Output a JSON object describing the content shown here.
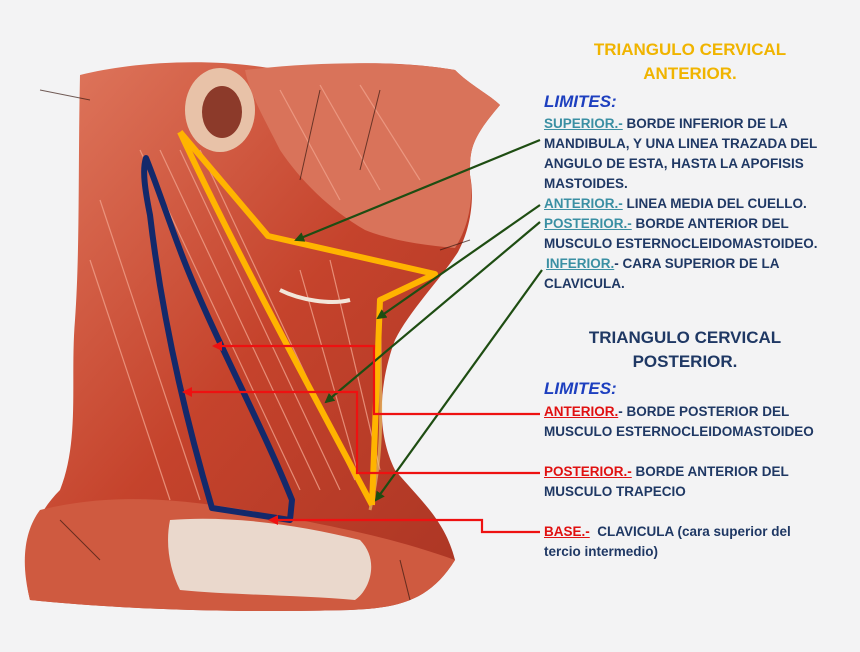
{
  "anterior_triangle": {
    "title_line1": "TRIANGULO CERVICAL",
    "title_line2": "ANTERIOR.",
    "limits_heading": "LIMITES:",
    "superior_label": "SUPERIOR.-",
    "superior_text_1": " BORDE INFERIOR DE LA",
    "superior_text_2": "MANDIBULA, Y UNA LINEA TRAZADA DEL",
    "superior_text_3": "ANGULO DE ESTA, HASTA LA APOFISIS",
    "superior_text_4": "MASTOIDES.",
    "anterior_label": "ANTERIOR.-",
    "anterior_text": " LINEA MEDIA DEL CUELLO.",
    "posterior_label": "POSTERIOR.-",
    "posterior_text_1": " BORDE ANTERIOR DEL",
    "posterior_text_2": "MUSCULO ESTERNOCLEIDOMASTOIDEO.",
    "inferior_label": "INFERIOR.",
    "inferior_text_1": "- CARA SUPERIOR DE LA",
    "inferior_text_2": "CLAVICULA."
  },
  "posterior_triangle": {
    "title_line1": "TRIANGULO CERVICAL",
    "title_line2": "POSTERIOR.",
    "limits_heading": "LIMITES:",
    "anterior_label": "ANTERIOR.",
    "anterior_text_1": "- BORDE POSTERIOR DEL",
    "anterior_text_2": "MUSCULO ESTERNOCLEIDOMASTOIDEO",
    "posterior_label": "POSTERIOR.-",
    "posterior_text_1": " BORDE ANTERIOR DEL",
    "posterior_text_2": "MUSCULO TRAPECIO",
    "base_label": "BASE.-",
    "base_text_1": "  CLAVICULA (cara superior del",
    "base_text_2": "tercio intermedio)"
  },
  "colors": {
    "anterior_outline": "#ffb400",
    "posterior_outline": "#13296b",
    "arrow_green": "#1e4d12",
    "arrow_red": "#ee1111",
    "muscle": "#c8503a",
    "skin": "#e9b9a8"
  }
}
